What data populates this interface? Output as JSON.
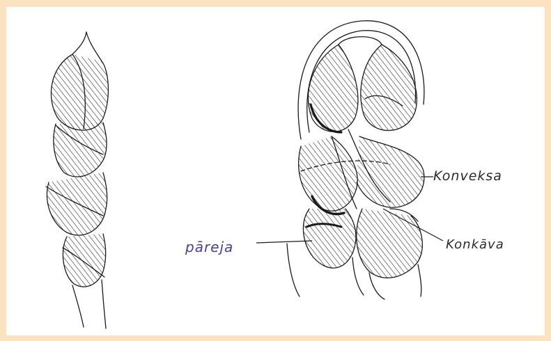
{
  "labels": {
    "konveksa": "Konveksa",
    "konkava": "Konkāva",
    "pareja": "pāreja"
  },
  "colors": {
    "frame": "#fbe3c2",
    "paper": "#ffffff",
    "ink": "#1a1a1a",
    "pareja_label": "#4a3f9e"
  }
}
